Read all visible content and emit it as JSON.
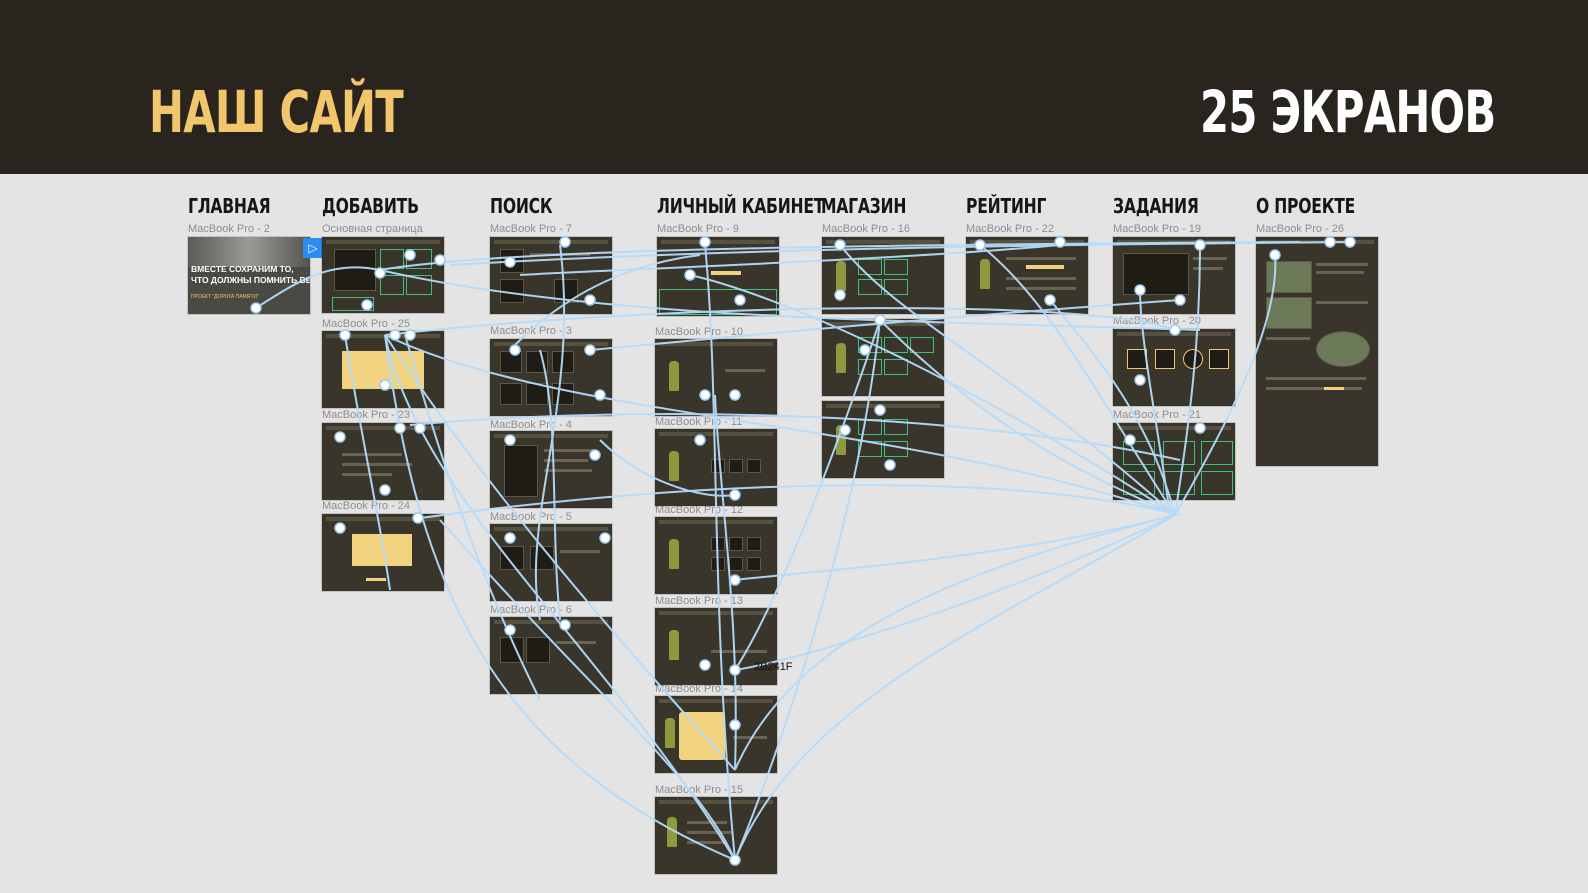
{
  "header": {
    "title_left": "НАШ САЙТ",
    "title_right": "25 ЭКРАНОВ"
  },
  "columns": [
    {
      "title": "ГЛАВНАЯ"
    },
    {
      "title": "ДОБАВИТЬ"
    },
    {
      "title": "ПОИСК"
    },
    {
      "title": "ЛИЧНЫЙ КАБИНЕТ"
    },
    {
      "title": "МАГАЗИН"
    },
    {
      "title": "РЕЙТИНГ"
    },
    {
      "title": "ЗАДАНИЯ"
    },
    {
      "title": "О ПРОЕКТЕ"
    }
  ],
  "frames": {
    "f2": "MacBook Pro - 2",
    "f1": "Основная страница",
    "f25": "MacBook Pro - 25",
    "f23": "MacBook Pro - 23",
    "f24": "MacBook Pro - 24",
    "f7": "MacBook Pro - 7",
    "f3": "MacBook Pro - 3",
    "f4": "MacBook Pro - 4",
    "f5": "MacBook Pro - 5",
    "f6": "MacBook Pro - 6",
    "f9": "MacBook Pro - 9",
    "f10": "MacBook Pro - 10",
    "f11": "MacBook Pro - 11",
    "f12": "MacBook Pro - 12",
    "f13": "MacBook Pro - 13",
    "f14": "MacBook Pro - 14",
    "f15": "MacBook Pro - 15",
    "f16": "MacBook Pro - 16",
    "f22": "MacBook Pro - 22",
    "f19": "MacBook Pro - 19",
    "f20": "MacBook Pro - 20",
    "f21": "MacBook Pro - 21",
    "f26": "MacBook Pro - 26"
  },
  "hero": {
    "line1": "ВМЕСТЕ СОХРАНИМ ТО,",
    "line2": "ЧТО ДОЛЖНЫ ПОМНИТЬ ВЕЧНО",
    "caption": "ПРОЕКТ \"ДОРОГА ПАМЯТИ\""
  },
  "stray_label": "2B241F",
  "icons": {
    "play": "play-icon"
  },
  "colors": {
    "header_bg": "#29241d",
    "accent": "#f2c66d",
    "link": "#b5dcfb",
    "frame_bg": "#3a352b"
  }
}
